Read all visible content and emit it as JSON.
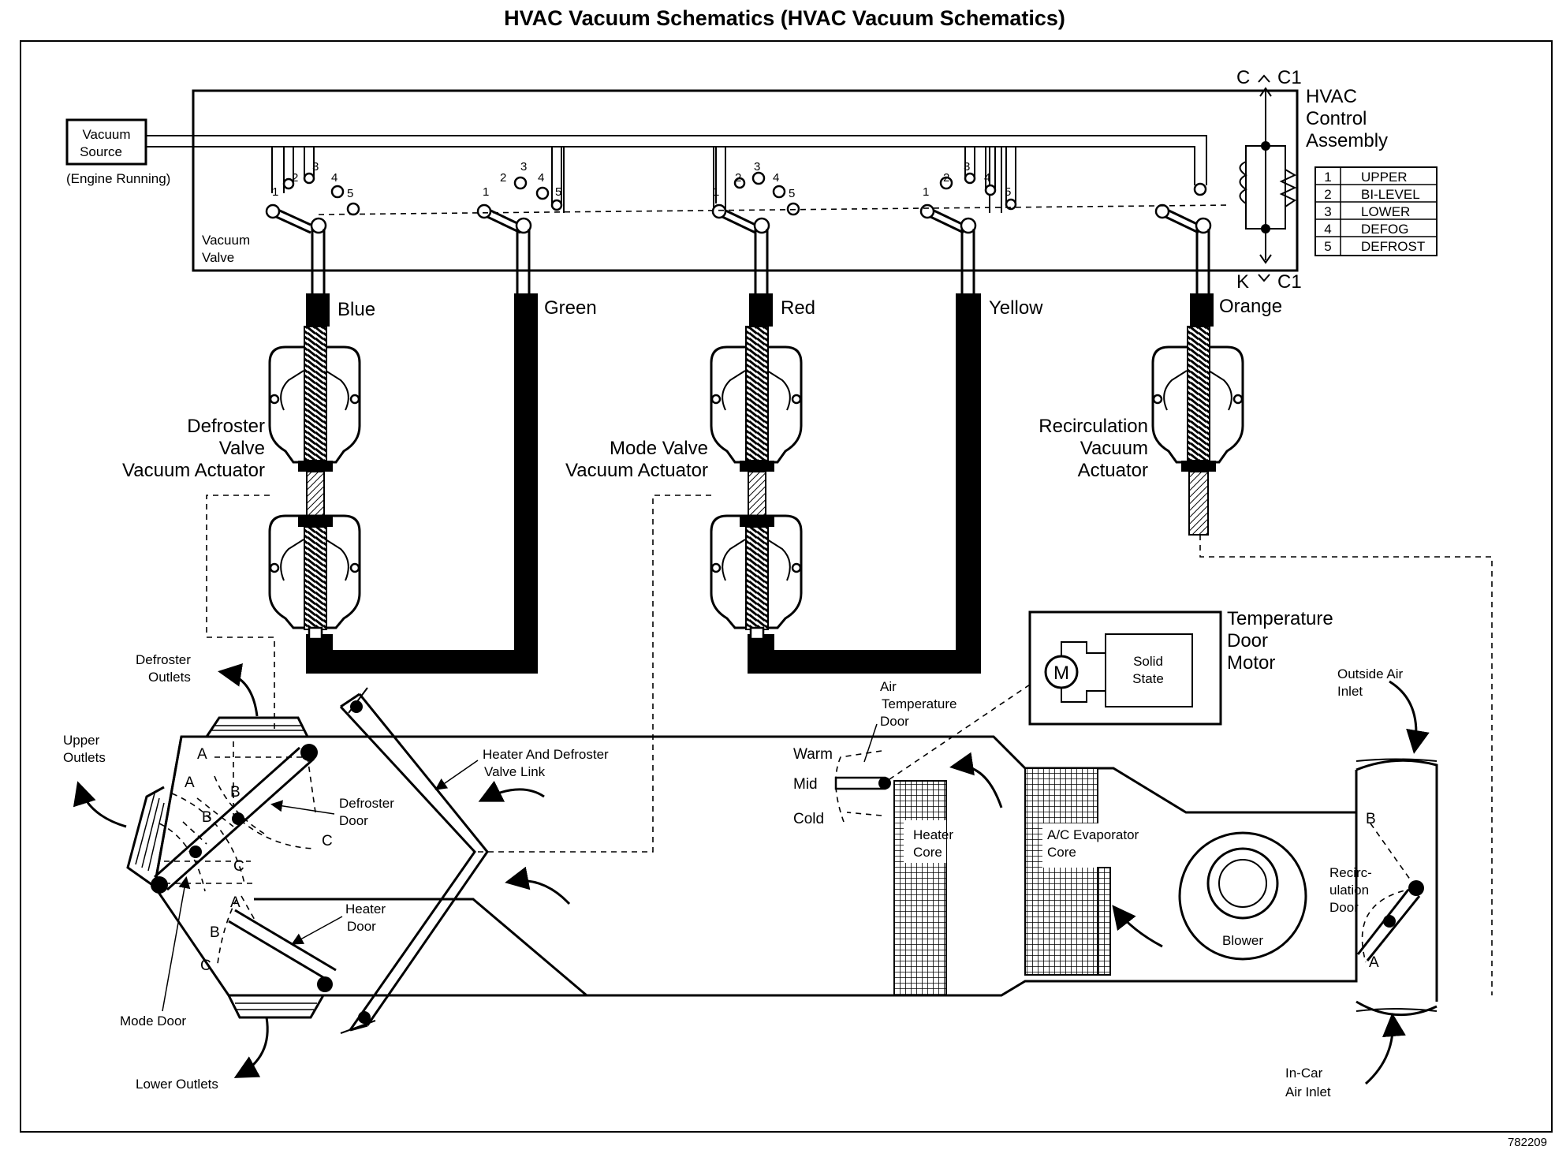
{
  "title": "HVAC Vacuum Schematics (HVAC Vacuum Schematics)",
  "figure_id": "782209",
  "vacuum_source": {
    "line1": "Vacuum",
    "line2": "Source",
    "note": "(Engine Running)"
  },
  "vacuum_valve": {
    "line1": "Vacuum",
    "line2": "Valve"
  },
  "control_assembly": {
    "line1": "HVAC",
    "line2": "Control",
    "line3": "Assembly",
    "connector_top": "C",
    "connector_top_pin": "C1",
    "connector_bottom": "K",
    "connector_bottom_pin": "C1"
  },
  "port_numbers": [
    "1",
    "2",
    "3",
    "4",
    "5"
  ],
  "mode_legend": [
    {
      "num": "1",
      "label": "UPPER"
    },
    {
      "num": "2",
      "label": "BI-LEVEL"
    },
    {
      "num": "3",
      "label": "LOWER"
    },
    {
      "num": "4",
      "label": "DEFOG"
    },
    {
      "num": "5",
      "label": "DEFROST"
    }
  ],
  "hoses": {
    "blue": "Blue",
    "green": "Green",
    "red": "Red",
    "yellow": "Yellow",
    "orange": "Orange"
  },
  "actuators": {
    "defroster": [
      "Defroster",
      "Valve",
      "Vacuum Actuator"
    ],
    "mode": [
      "Mode Valve",
      "Vacuum Actuator"
    ],
    "recirc": [
      "Recirculation",
      "Vacuum",
      "Actuator"
    ]
  },
  "temp_motor": {
    "title1": "Temperature",
    "title2": "Door",
    "title3": "Motor",
    "motor": "M",
    "solid1": "Solid",
    "solid2": "State"
  },
  "labels": {
    "defroster_outlets": [
      "Defroster",
      "Outlets"
    ],
    "upper_outlets": [
      "Upper",
      "Outlets"
    ],
    "lower_outlets": "Lower Outlets",
    "mode_door": "Mode Door",
    "defroster_door": [
      "Defroster",
      "Door"
    ],
    "heater_door": [
      "Heater",
      "Door"
    ],
    "valve_link": [
      "Heater And Defroster",
      "Valve Link"
    ],
    "air_temp_door": [
      "Air",
      "Temperature",
      "Door"
    ],
    "warm": "Warm",
    "mid": "Mid",
    "cold": "Cold",
    "heater_core": [
      "Heater",
      "Core"
    ],
    "evap_core": [
      "A/C Evaporator",
      "Core"
    ],
    "blower": "Blower",
    "recirc_door": [
      "Recirc-",
      "ulation",
      "Door"
    ],
    "outside_air": [
      "Outside Air",
      "Inlet"
    ],
    "incar_air": [
      "In-Car",
      "Air Inlet"
    ],
    "pos_a": "A",
    "pos_b": "B",
    "pos_c": "C"
  }
}
